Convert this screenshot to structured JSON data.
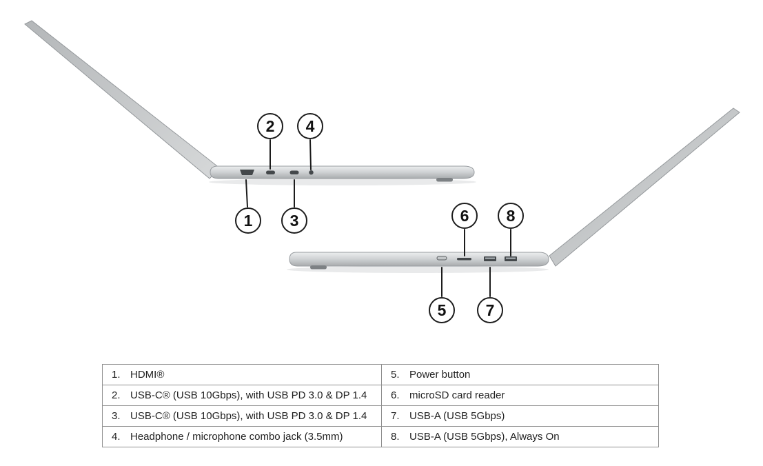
{
  "callouts": [
    {
      "number": "1"
    },
    {
      "number": "2"
    },
    {
      "number": "3"
    },
    {
      "number": "4"
    },
    {
      "number": "5"
    },
    {
      "number": "6"
    },
    {
      "number": "7"
    },
    {
      "number": "8"
    }
  ],
  "table": {
    "rows": [
      {
        "left_num": "1.",
        "left_label": "HDMI®",
        "right_num": "5.",
        "right_label": "Power button"
      },
      {
        "left_num": "2.",
        "left_label": "USB-C® (USB 10Gbps), with USB PD 3.0 & DP 1.4",
        "right_num": "6.",
        "right_label": "microSD card reader"
      },
      {
        "left_num": "3.",
        "left_label": "USB-C® (USB 10Gbps), with USB PD 3.0 & DP 1.4",
        "right_num": "7.",
        "right_label": "USB-A (USB 5Gbps)"
      },
      {
        "left_num": "4.",
        "left_label": "Headphone / microphone combo jack (3.5mm)",
        "right_num": "8.",
        "right_label": "USB-A (USB 5Gbps), Always On"
      }
    ]
  },
  "colors": {
    "background": "#ffffff",
    "laptop_body_light": "#e8eaeb",
    "laptop_body_dark": "#aaadaf",
    "port_dark": "#44484b",
    "callout_border": "#1c1c1c",
    "table_border": "#8f8f8f",
    "text": "#1f1f1f"
  }
}
